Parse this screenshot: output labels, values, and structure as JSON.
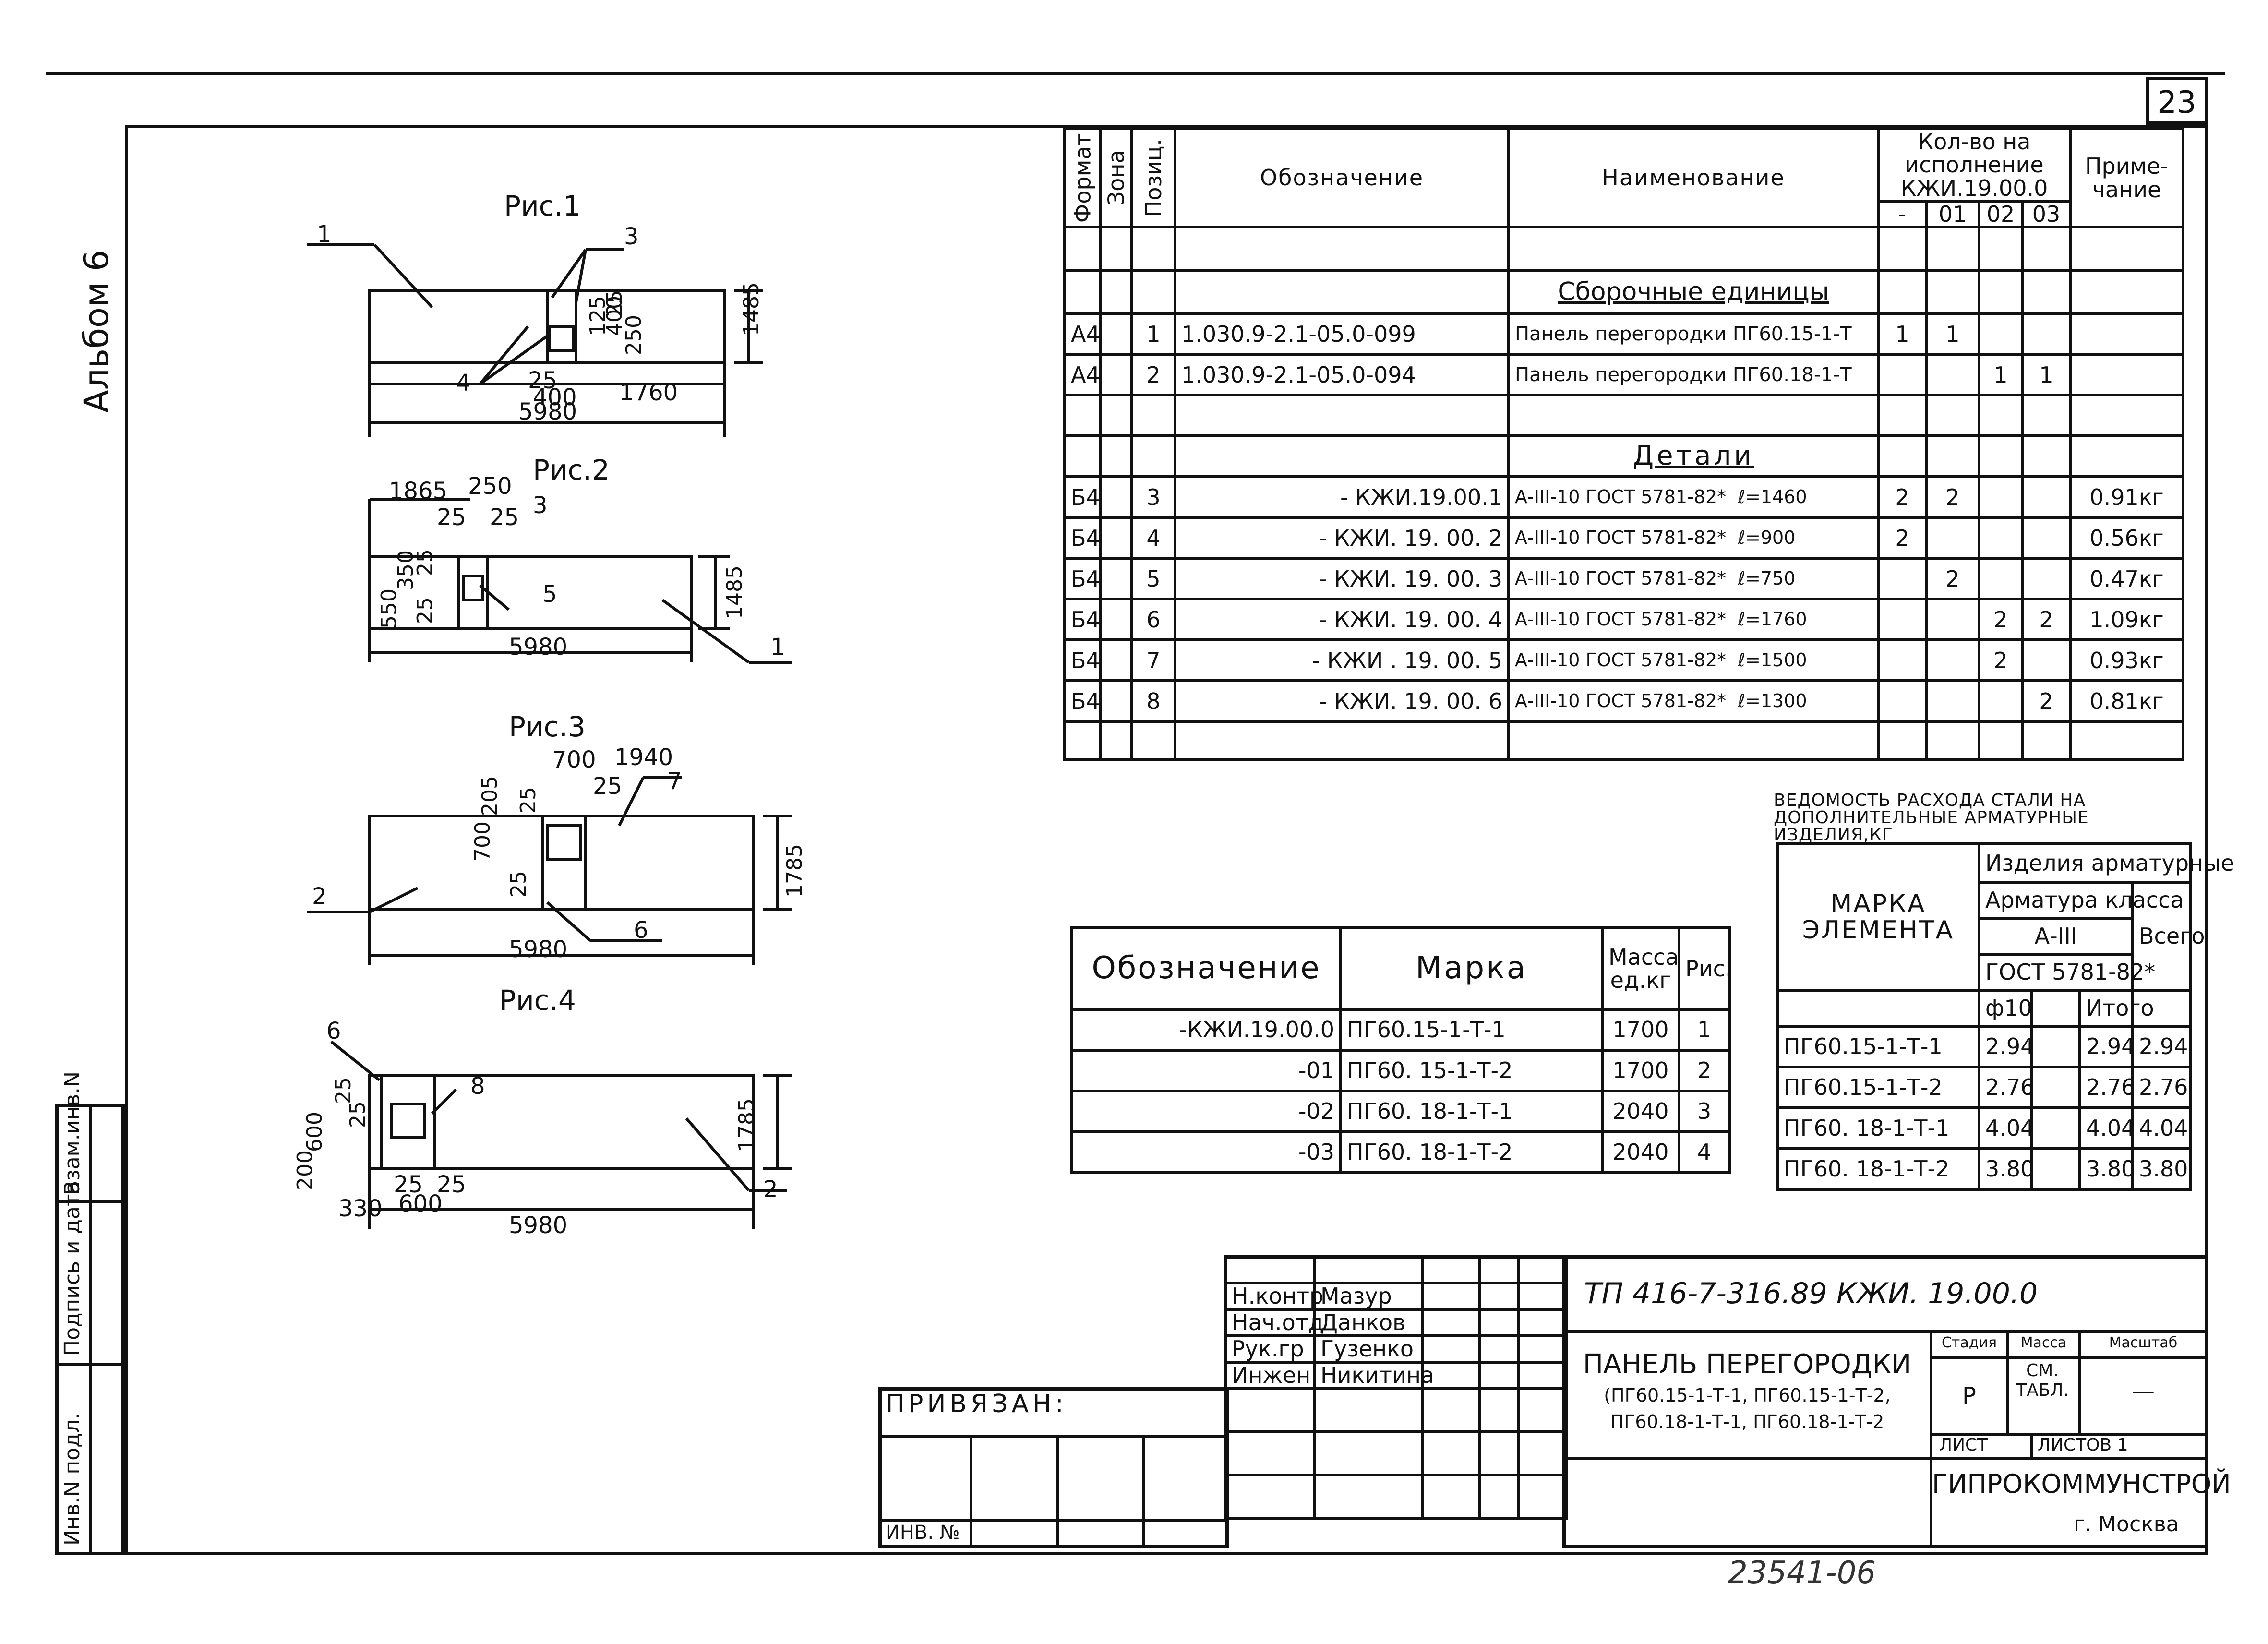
{
  "sheet_number": "23",
  "album": "Альбом 6",
  "inventory_number_bottom": "23541-06",
  "left_strip": {
    "cells": [
      "Инв.N подл.",
      "Подпись и дата",
      "Взам.инв.N"
    ]
  },
  "figures": [
    {
      "title": "Рис.1",
      "dims": [
        "1485",
        "25",
        "400",
        "250",
        "125",
        "25",
        "400",
        "1760",
        "5980"
      ],
      "leaders": [
        "1",
        "3",
        "4"
      ]
    },
    {
      "title": "Рис.2",
      "dims": [
        "1865",
        "250",
        "25",
        "25",
        "350",
        "25",
        "550",
        "25",
        "1485",
        "5980"
      ],
      "leaders": [
        "3",
        "5",
        "1"
      ]
    },
    {
      "title": "Рис.3",
      "dims": [
        "700",
        "1940",
        "205",
        "25",
        "25",
        "700",
        "25",
        "1785",
        "5980"
      ],
      "leaders": [
        "7",
        "2",
        "6"
      ]
    },
    {
      "title": "Рис.4",
      "dims": [
        "200",
        "600",
        "25",
        "25",
        "25",
        "25",
        "330",
        "600",
        "1785",
        "5980"
      ],
      "leaders": [
        "6",
        "8",
        "2"
      ]
    }
  ],
  "spec": {
    "headers": {
      "format": "Формат",
      "zone": "Зона",
      "pos": "Позиц.",
      "designation": "Обозначение",
      "name": "Наименование",
      "qty": "Кол-во на исполнение КЖИ.19.00.0",
      "note": "Приме- чание",
      "qty_cols": [
        "-",
        "01",
        "02",
        "03"
      ]
    },
    "section_assembly": "Сборочные единицы",
    "section_details": "Детали",
    "assembly": [
      {
        "format": "А4",
        "pos": "1",
        "designation": "1.030.9-2.1-05.0-099",
        "name": "Панель перегородки ПГ60.15-1-Т",
        "q": [
          "1",
          "1",
          "",
          ""
        ],
        "note": ""
      },
      {
        "format": "А4",
        "pos": "2",
        "designation": "1.030.9-2.1-05.0-094",
        "name": "Панель перегородки ПГ60.18-1-Т",
        "q": [
          "",
          "",
          "1",
          "1"
        ],
        "note": ""
      }
    ],
    "details": [
      {
        "format": "Б4",
        "pos": "3",
        "designation": "- КЖИ.19.00.1",
        "name": "А-III-10 ГОСТ 5781-82*",
        "len": "ℓ=1460",
        "q": [
          "2",
          "2",
          "",
          ""
        ],
        "note": "0.91кг"
      },
      {
        "format": "Б4",
        "pos": "4",
        "designation": "- КЖИ. 19. 00. 2",
        "name": "А-III-10 ГОСТ 5781-82*",
        "len": "ℓ=900",
        "q": [
          "2",
          "",
          "",
          ""
        ],
        "note": "0.56кг"
      },
      {
        "format": "Б4",
        "pos": "5",
        "designation": "- КЖИ. 19. 00. 3",
        "name": "А-III-10 ГОСТ 5781-82*",
        "len": "ℓ=750",
        "q": [
          "",
          "2",
          "",
          ""
        ],
        "note": "0.47кг"
      },
      {
        "format": "Б4",
        "pos": "6",
        "designation": "- КЖИ. 19. 00. 4",
        "name": "А-III-10 ГОСТ 5781-82*",
        "len": "ℓ=1760",
        "q": [
          "",
          "",
          "2",
          "2"
        ],
        "note": "1.09кг"
      },
      {
        "format": "Б4",
        "pos": "7",
        "designation": "- КЖИ . 19. 00. 5",
        "name": "А-III-10 ГОСТ 5781-82*",
        "len": "ℓ=1500",
        "q": [
          "",
          "",
          "2",
          ""
        ],
        "note": "0.93кг"
      },
      {
        "format": "Б4",
        "pos": "8",
        "designation": "- КЖИ. 19. 00. 6",
        "name": "А-III-10 ГОСТ 5781-82*",
        "len": "ℓ=1300",
        "q": [
          "",
          "",
          "",
          "2"
        ],
        "note": "0.81кг"
      }
    ]
  },
  "marks": {
    "headers": {
      "designation": "Обозначение",
      "mark": "Марка",
      "mass": "Масса ед.кг",
      "fig": "Рис."
    },
    "rows": [
      {
        "designation": "-КЖИ.19.00.0",
        "mark": "ПГ60.15-1-Т-1",
        "mass": "1700",
        "fig": "1"
      },
      {
        "designation": "-01",
        "mark": "ПГ60. 15-1-Т-2",
        "mass": "1700",
        "fig": "2"
      },
      {
        "designation": "-02",
        "mark": "ПГ60. 18-1-Т-1",
        "mass": "2040",
        "fig": "3"
      },
      {
        "designation": "-03",
        "mark": "ПГ60. 18-1-Т-2",
        "mass": "2040",
        "fig": "4"
      }
    ]
  },
  "steel": {
    "title": "Ведомость расхода стали на дополнительные арматурные изделия,кг",
    "headers": {
      "element": "Марка элемента",
      "products": "Изделия арматурные",
      "class": "Арматура класса",
      "grade": "А-III",
      "gost": "ГОСТ 5781-82*",
      "d": "ф10",
      "sub": "Итого",
      "total": "Всего"
    },
    "rows": [
      {
        "element": "ПГ60.15-1-Т-1",
        "d": "2.94",
        "sub": "2.94",
        "total": "2.94"
      },
      {
        "element": "ПГ60.15-1-Т-2",
        "d": "2.76",
        "sub": "2.76",
        "total": "2.76"
      },
      {
        "element": "ПГ60. 18-1-Т-1",
        "d": "4.04",
        "sub": "4.04",
        "total": "4.04"
      },
      {
        "element": "ПГ60. 18-1-Т-2",
        "d": "3.80",
        "sub": "3.80",
        "total": "3.80"
      }
    ]
  },
  "title_block": {
    "code": "ТП 416-7-316.89   КЖИ. 19.00.0",
    "roles": [
      {
        "role": "Н.контр",
        "name": "Мазур"
      },
      {
        "role": "Нач.отд",
        "name": "Данков"
      },
      {
        "role": "Рук.гр",
        "name": "Гузенко"
      },
      {
        "role": "Инжен",
        "name": "Никитина"
      }
    ],
    "doc_title": "Панель перегородки",
    "doc_subtitle_1": "(ПГ60.15-1-Т-1, ПГ60.15-1-Т-2,",
    "doc_subtitle_2": "ПГ60.18-1-Т-1, ПГ60.18-1-Т-2",
    "stage_h": "Стадия",
    "mass_h": "Масса",
    "scale_h": "Масштаб",
    "stage": "Р",
    "mass": "См. табл.",
    "scale": "—",
    "sheet_h": "Лист",
    "sheets_h": "Листов 1",
    "org": "Гипрокоммунстрой",
    "city": "г. Москва",
    "linked": "Привязан:",
    "inv": "Инв. №"
  }
}
